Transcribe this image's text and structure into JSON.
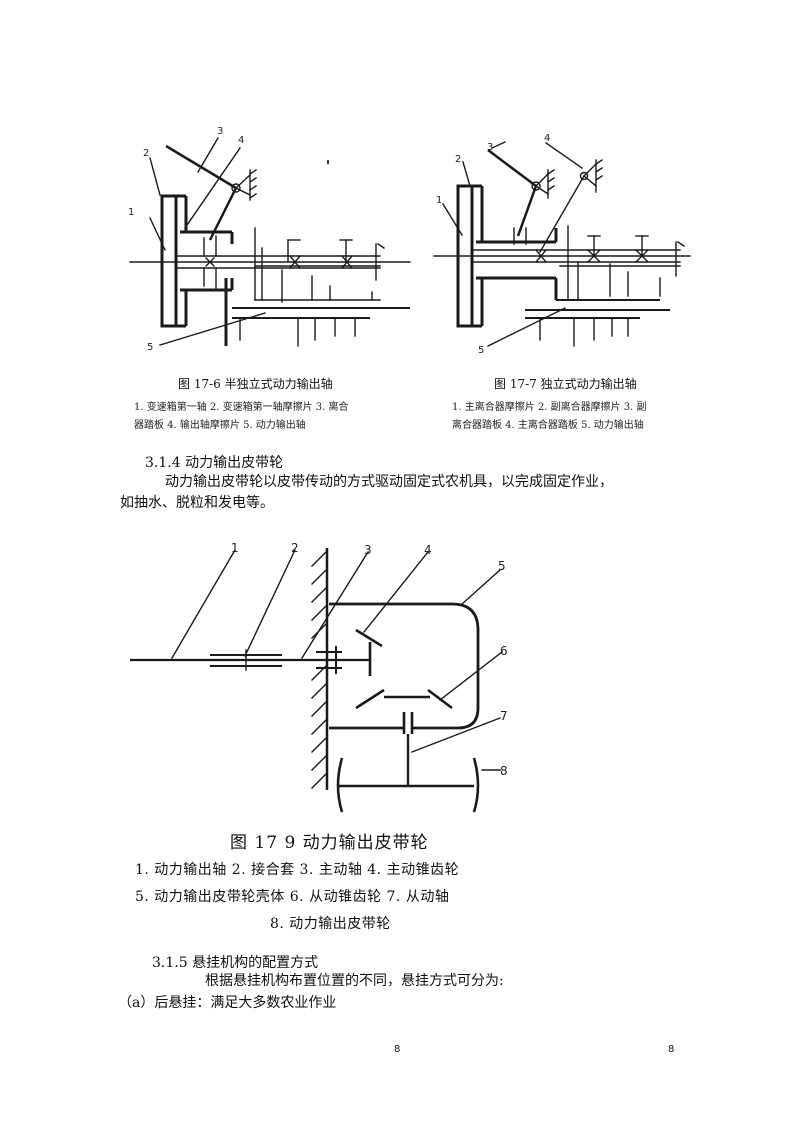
{
  "figure_17_6": {
    "caption": "图 17-6   半独立式动力输出轴",
    "legend_line1": "1. 变速箱第一轴   2. 变速箱第一轴摩擦片   3. 离合",
    "legend_line2": "器踏板   4. 输出轴摩擦片   5. 动力输出轴",
    "part_numbers": [
      "1",
      "2",
      "3",
      "4",
      "5"
    ]
  },
  "figure_17_7": {
    "caption": "图 17-7   独立式动力输出轴",
    "legend_line1": "1. 主离合器摩擦片   2. 副离合器摩擦片   3. 副",
    "legend_line2": "离合器踏板   4. 主离合器踏板   5. 动力输出轴",
    "part_numbers": [
      "1",
      "2",
      "3",
      "4",
      "5"
    ]
  },
  "section_314": {
    "heading": "3.1.4 动力输出皮带轮",
    "paragraph_line1": "动力输出皮带轮以皮带传动的方式驱动固定式农机具，以完成固定作业，",
    "paragraph_line2": "如抽水、脱粒和发电等。"
  },
  "figure_17_9": {
    "caption": "图 17 9   动力输出皮带轮",
    "legend_line1": "1. 动力输出轴   2. 接合套   3. 主动轴   4. 主动锥齿轮",
    "legend_line2": "5. 动力输出皮带轮壳体   6. 从动锥齿轮   7. 从动轴",
    "legend_line3": "8. 动力输出皮带轮",
    "part_numbers": [
      "1",
      "2",
      "3",
      "4",
      "5",
      "6",
      "7",
      "8"
    ]
  },
  "section_315": {
    "heading": "3.1.5 悬挂机构的配置方式",
    "paragraph_line1": "根据悬挂机构布置位置的不同，悬挂方式可分为:",
    "item_a": "（a）后悬挂：满足大多数农业作业"
  },
  "footer": {
    "page_number_center": "8",
    "page_number_right": "8"
  }
}
